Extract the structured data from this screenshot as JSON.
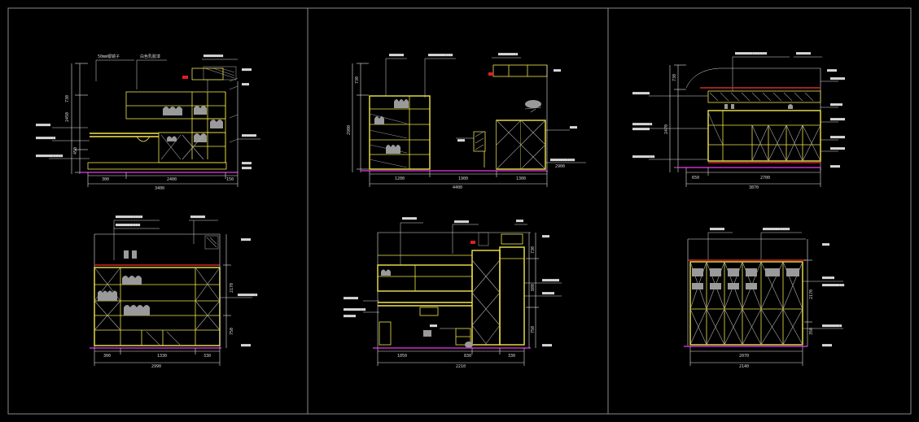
{
  "drawing": {
    "background": "#000000",
    "colors": {
      "cabinet": "#f2e64a",
      "floor_line": "#c62fc6",
      "ceiling_line": "#d02a2a",
      "frame": "#8a8a8a",
      "dimension": "#e6e6e6"
    },
    "views": [
      {
        "id": "top-left",
        "dims_bottom": [
          "300",
          "2400",
          "150"
        ],
        "overall": "3400",
        "dims_left": [
          "730",
          "2450",
          "450"
        ],
        "note_top_1": "50mm银镜子",
        "note_top_2": "白色乳胶漆"
      },
      {
        "id": "top-mid",
        "dims_bottom": [
          "1200",
          "1900",
          "1300"
        ],
        "overall": "4400",
        "dims_left": [
          "730",
          "2900"
        ],
        "elev_mark": "2900"
      },
      {
        "id": "top-right",
        "dims_bottom": [
          "650",
          "2700"
        ],
        "overall": "3870",
        "dims_left": [
          "730",
          "2470"
        ]
      },
      {
        "id": "bottom-left",
        "dims_bottom": [
          "300",
          "1330",
          "330"
        ],
        "overall": "2990",
        "dims_right": [
          "2170",
          "750"
        ]
      },
      {
        "id": "bottom-mid",
        "dims_bottom": [
          "1050",
          "830",
          "330"
        ],
        "overall": "2210",
        "dims_right": [
          "730",
          "880",
          "750"
        ]
      },
      {
        "id": "bottom-right",
        "dims_bottom": [
          "2070"
        ],
        "overall": "2140",
        "dims_right": [
          "2170",
          "350"
        ]
      }
    ]
  }
}
